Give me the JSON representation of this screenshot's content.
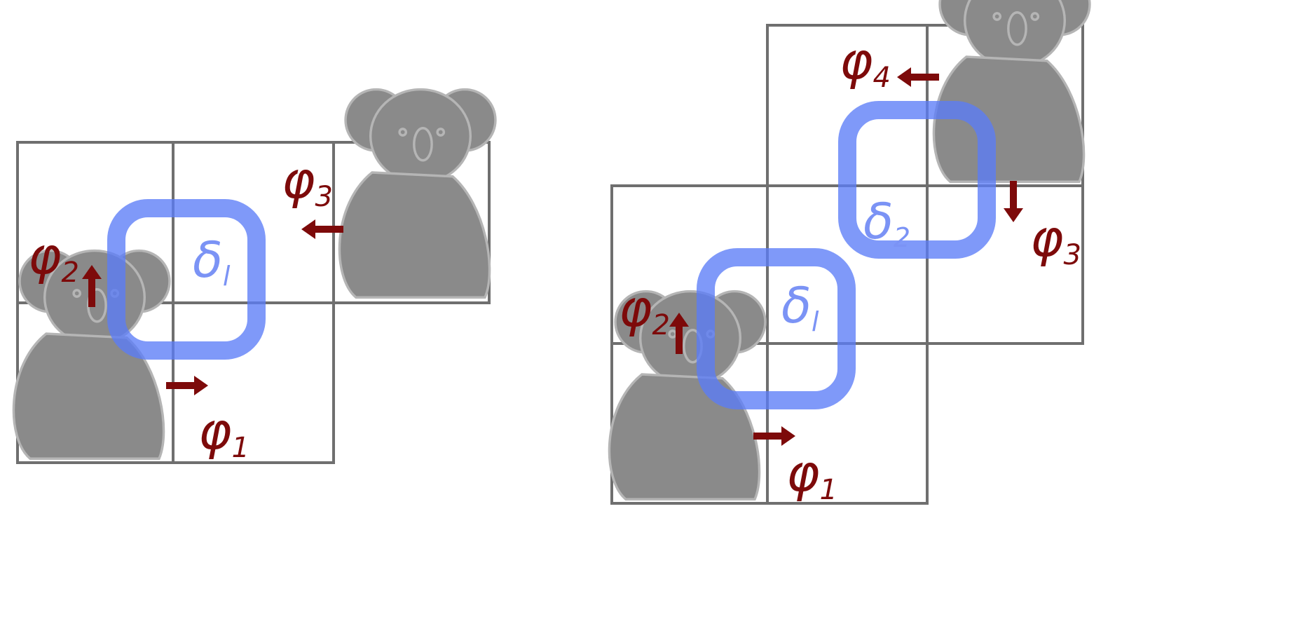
{
  "left_diagram": {
    "phi_labels": [
      {
        "symbol": "φ",
        "sub": "1"
      },
      {
        "symbol": "φ",
        "sub": "2"
      },
      {
        "symbol": "φ",
        "sub": "3"
      }
    ],
    "delta_labels": [
      {
        "symbol": "δ",
        "sub": "l"
      }
    ]
  },
  "right_diagram": {
    "phi_labels": [
      {
        "symbol": "φ",
        "sub": "1"
      },
      {
        "symbol": "φ",
        "sub": "2"
      },
      {
        "symbol": "φ",
        "sub": "3"
      },
      {
        "symbol": "φ",
        "sub": "4"
      }
    ],
    "delta_labels": [
      {
        "symbol": "δ",
        "sub": "l"
      },
      {
        "symbol": "δ",
        "sub": "2"
      }
    ]
  },
  "colors": {
    "arrow": "#7d0a0a",
    "ring": "#5b7cf7",
    "grid": "#6f6f6f",
    "koala": "#8a8a8a"
  }
}
